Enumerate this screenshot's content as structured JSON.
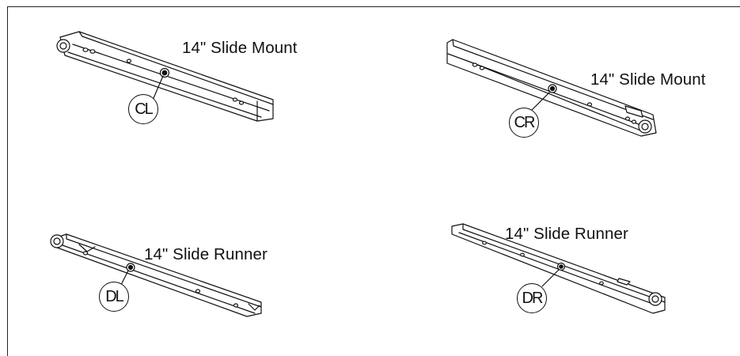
{
  "parts": {
    "cl": {
      "title": "14\" Slide Mount",
      "tag": "CL"
    },
    "cr": {
      "title": "14\" Slide Mount",
      "tag": "CR"
    },
    "dl": {
      "title": "14\" Slide Runner",
      "tag": "DL"
    },
    "dr": {
      "title": "14\" Slide Runner",
      "tag": "DR"
    }
  }
}
